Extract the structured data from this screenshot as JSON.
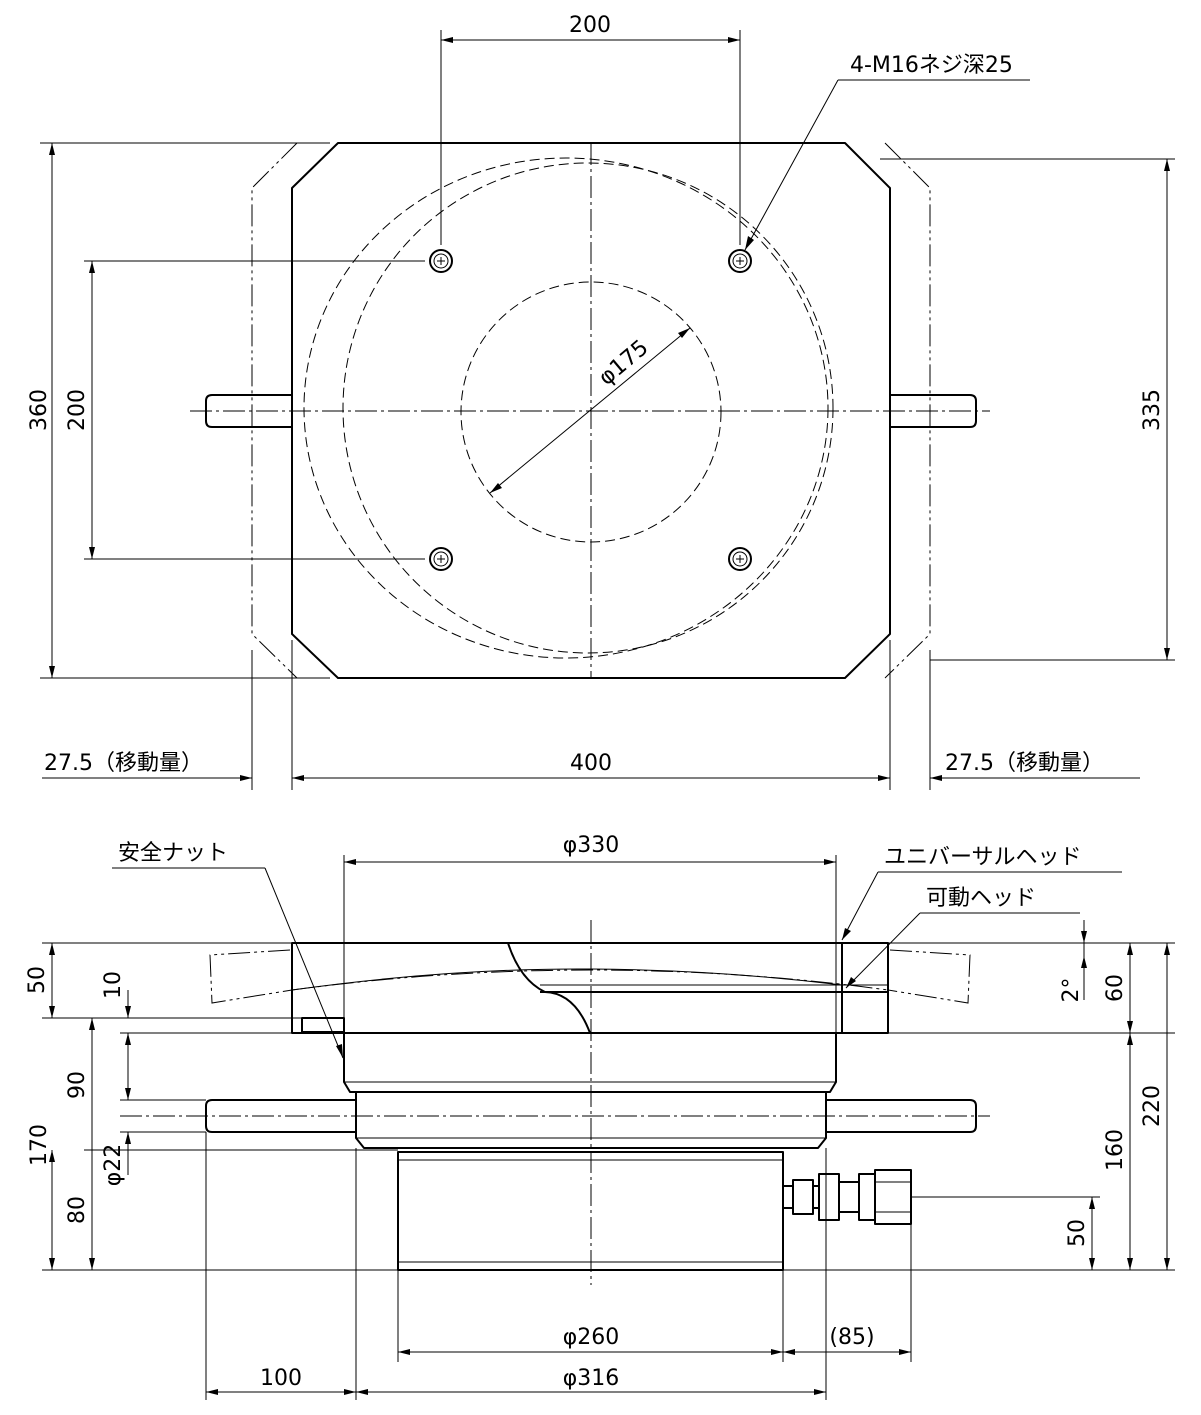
{
  "top_view": {
    "dims": {
      "hole_spacing_x": "200",
      "hole_spacing_y": "200",
      "overall_height": "360",
      "right_height": "335",
      "width": "400",
      "travel_left": "27.5（移動量）",
      "travel_right": "27.5（移動量）",
      "inner_diameter": "φ175"
    },
    "callouts": {
      "thread": "4-M16ネジ深25"
    }
  },
  "side_view": {
    "labels": {
      "safety_nut": "安全ナット",
      "universal_head": "ユニバーサルヘッド",
      "movable_head": "可動ヘッド"
    },
    "dims": {
      "top_diameter": "φ330",
      "left_50": "50",
      "left_10": "10",
      "left_90": "90",
      "left_170": "170",
      "left_22": "φ22",
      "left_80": "80",
      "angle": "2°",
      "right_60": "60",
      "right_220": "220",
      "right_160": "160",
      "right_50": "50",
      "bottom_260": "φ260",
      "bottom_85": "(85)",
      "bottom_100": "100",
      "bottom_316": "φ316"
    }
  }
}
